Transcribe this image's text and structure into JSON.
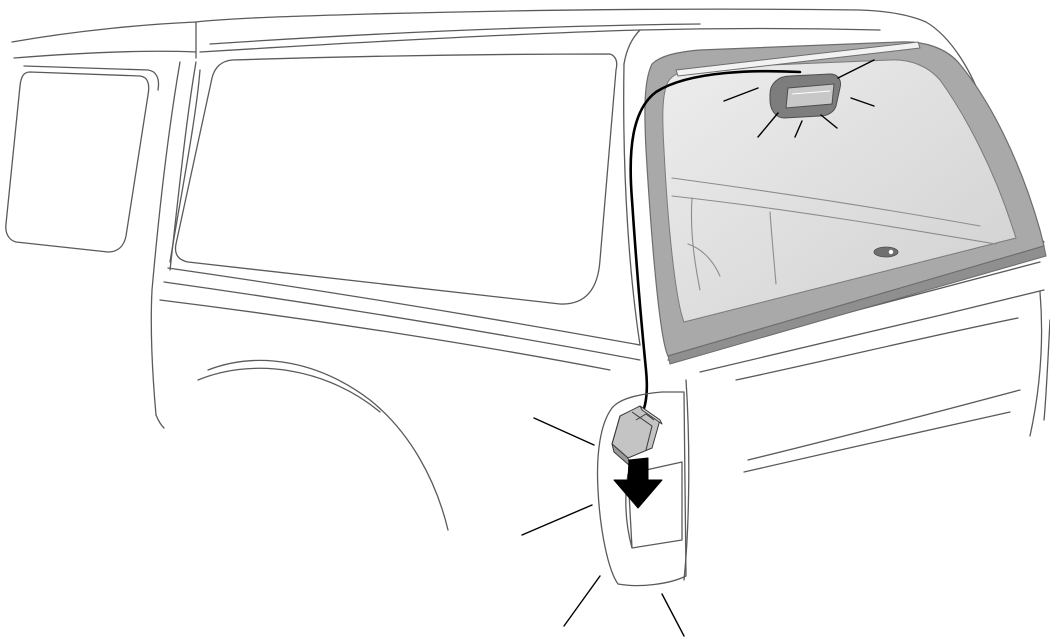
{
  "illustration": {
    "subject": "pickup-truck-camper-shell-rear",
    "elements": [
      "camper-shell",
      "cab",
      "rear-window-glass",
      "third-brake-light",
      "wire-harness",
      "connector-plug",
      "tail-light-housing",
      "down-arrow"
    ],
    "colors": {
      "line": "#5a5a5a",
      "glass": "#d9d9d9",
      "glass_frame": "#a9a9a9",
      "wire": "#000000",
      "arrow": "#000000",
      "light_body": "#7d7d7d",
      "light_lens": "#c8c8c8",
      "rays": "#000000"
    },
    "labels": []
  }
}
